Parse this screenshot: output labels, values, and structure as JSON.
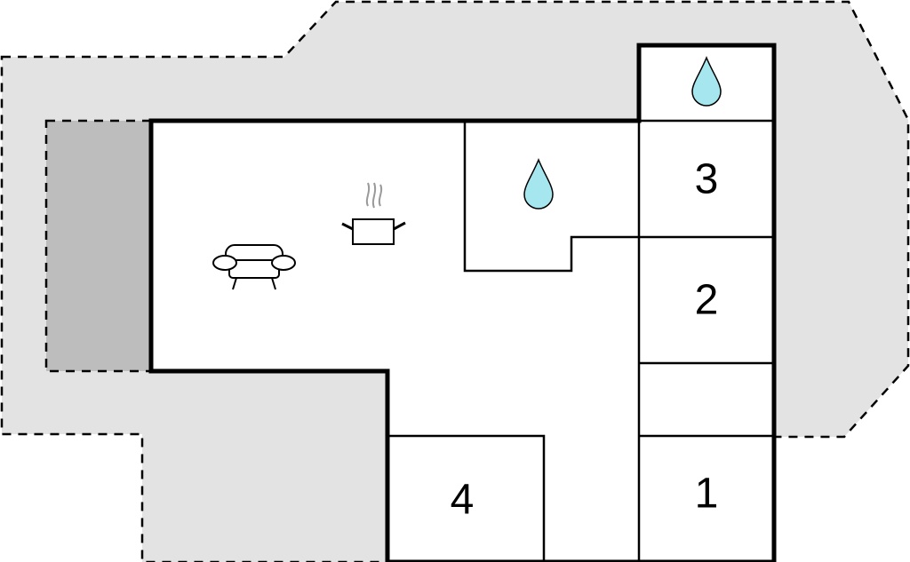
{
  "floor_plan": {
    "colors": {
      "outdoor_area": "#e3e3e3",
      "terrace": "#bdbdbd",
      "interior": "#ffffff",
      "walls": "#000000",
      "water_icon": "#a6e6ee"
    },
    "rooms": [
      {
        "id": "room-1",
        "label": "1"
      },
      {
        "id": "room-2",
        "label": "2"
      },
      {
        "id": "room-3",
        "label": "3"
      },
      {
        "id": "room-4",
        "label": "4"
      }
    ],
    "icons": [
      "sofa-icon",
      "cooking-pot-icon",
      "water-drop-icon",
      "water-drop-icon"
    ]
  }
}
